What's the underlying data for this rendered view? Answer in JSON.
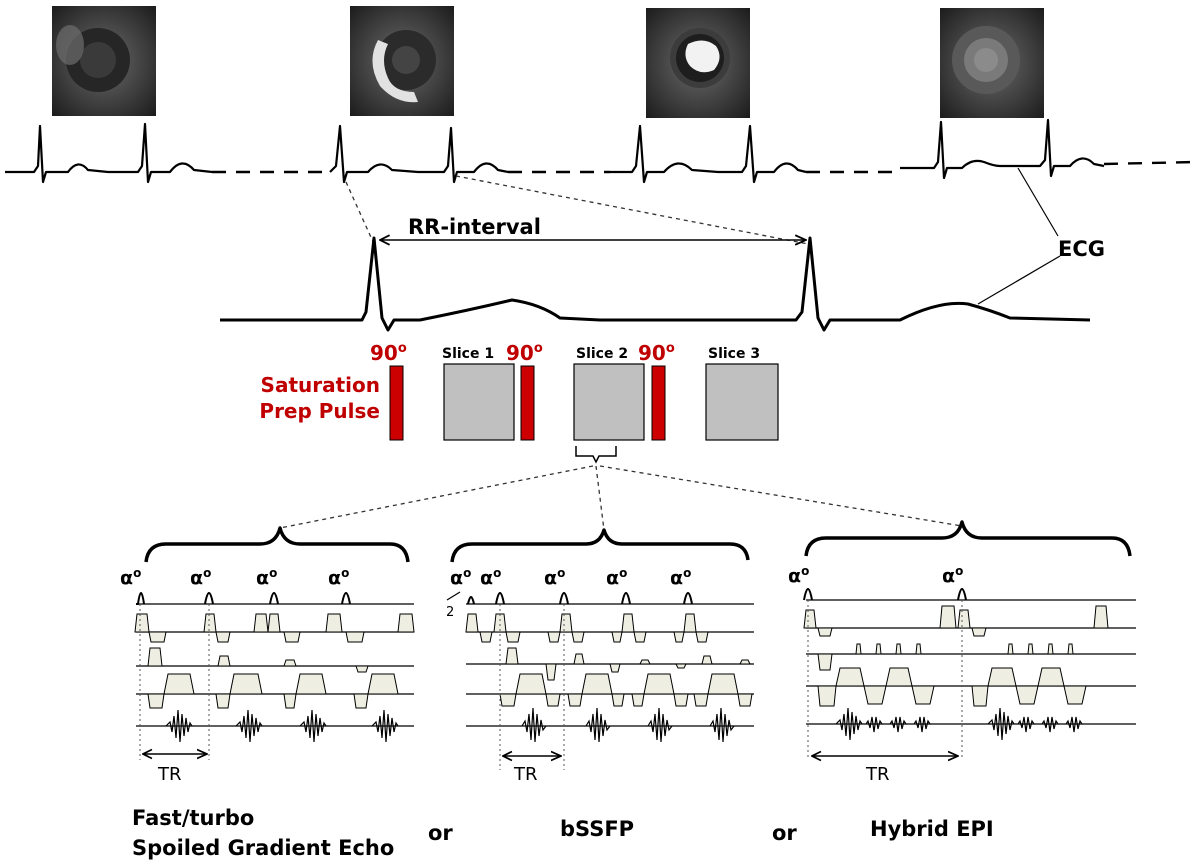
{
  "labels": {
    "rr_interval": "RR-interval",
    "ecg": "ECG",
    "saturation_line1": "Saturation",
    "saturation_line2": "Prep Pulse",
    "slice1": "Slice 1",
    "slice2": "Slice 2",
    "slice3": "Slice 3",
    "ninety": "90",
    "degree": "o",
    "alpha": "α",
    "half": "2",
    "tr": "TR",
    "or": "or"
  },
  "sequences": [
    {
      "line1": "Fast/turbo",
      "line2": "Spoiled Gradient Echo"
    },
    {
      "line1": "",
      "line2": "bSSFP"
    },
    {
      "line1": "",
      "line2": "Hybrid EPI"
    }
  ],
  "colors": {
    "saturation": "#c00000",
    "slice_fill": "#c0c0c0",
    "gradient_fill": "#eeeee2",
    "mri_background": "#2a2a2a"
  },
  "icons": [
    "mri-short-axis-image",
    "ecg-trace",
    "rf-pulse",
    "readout-echo"
  ]
}
